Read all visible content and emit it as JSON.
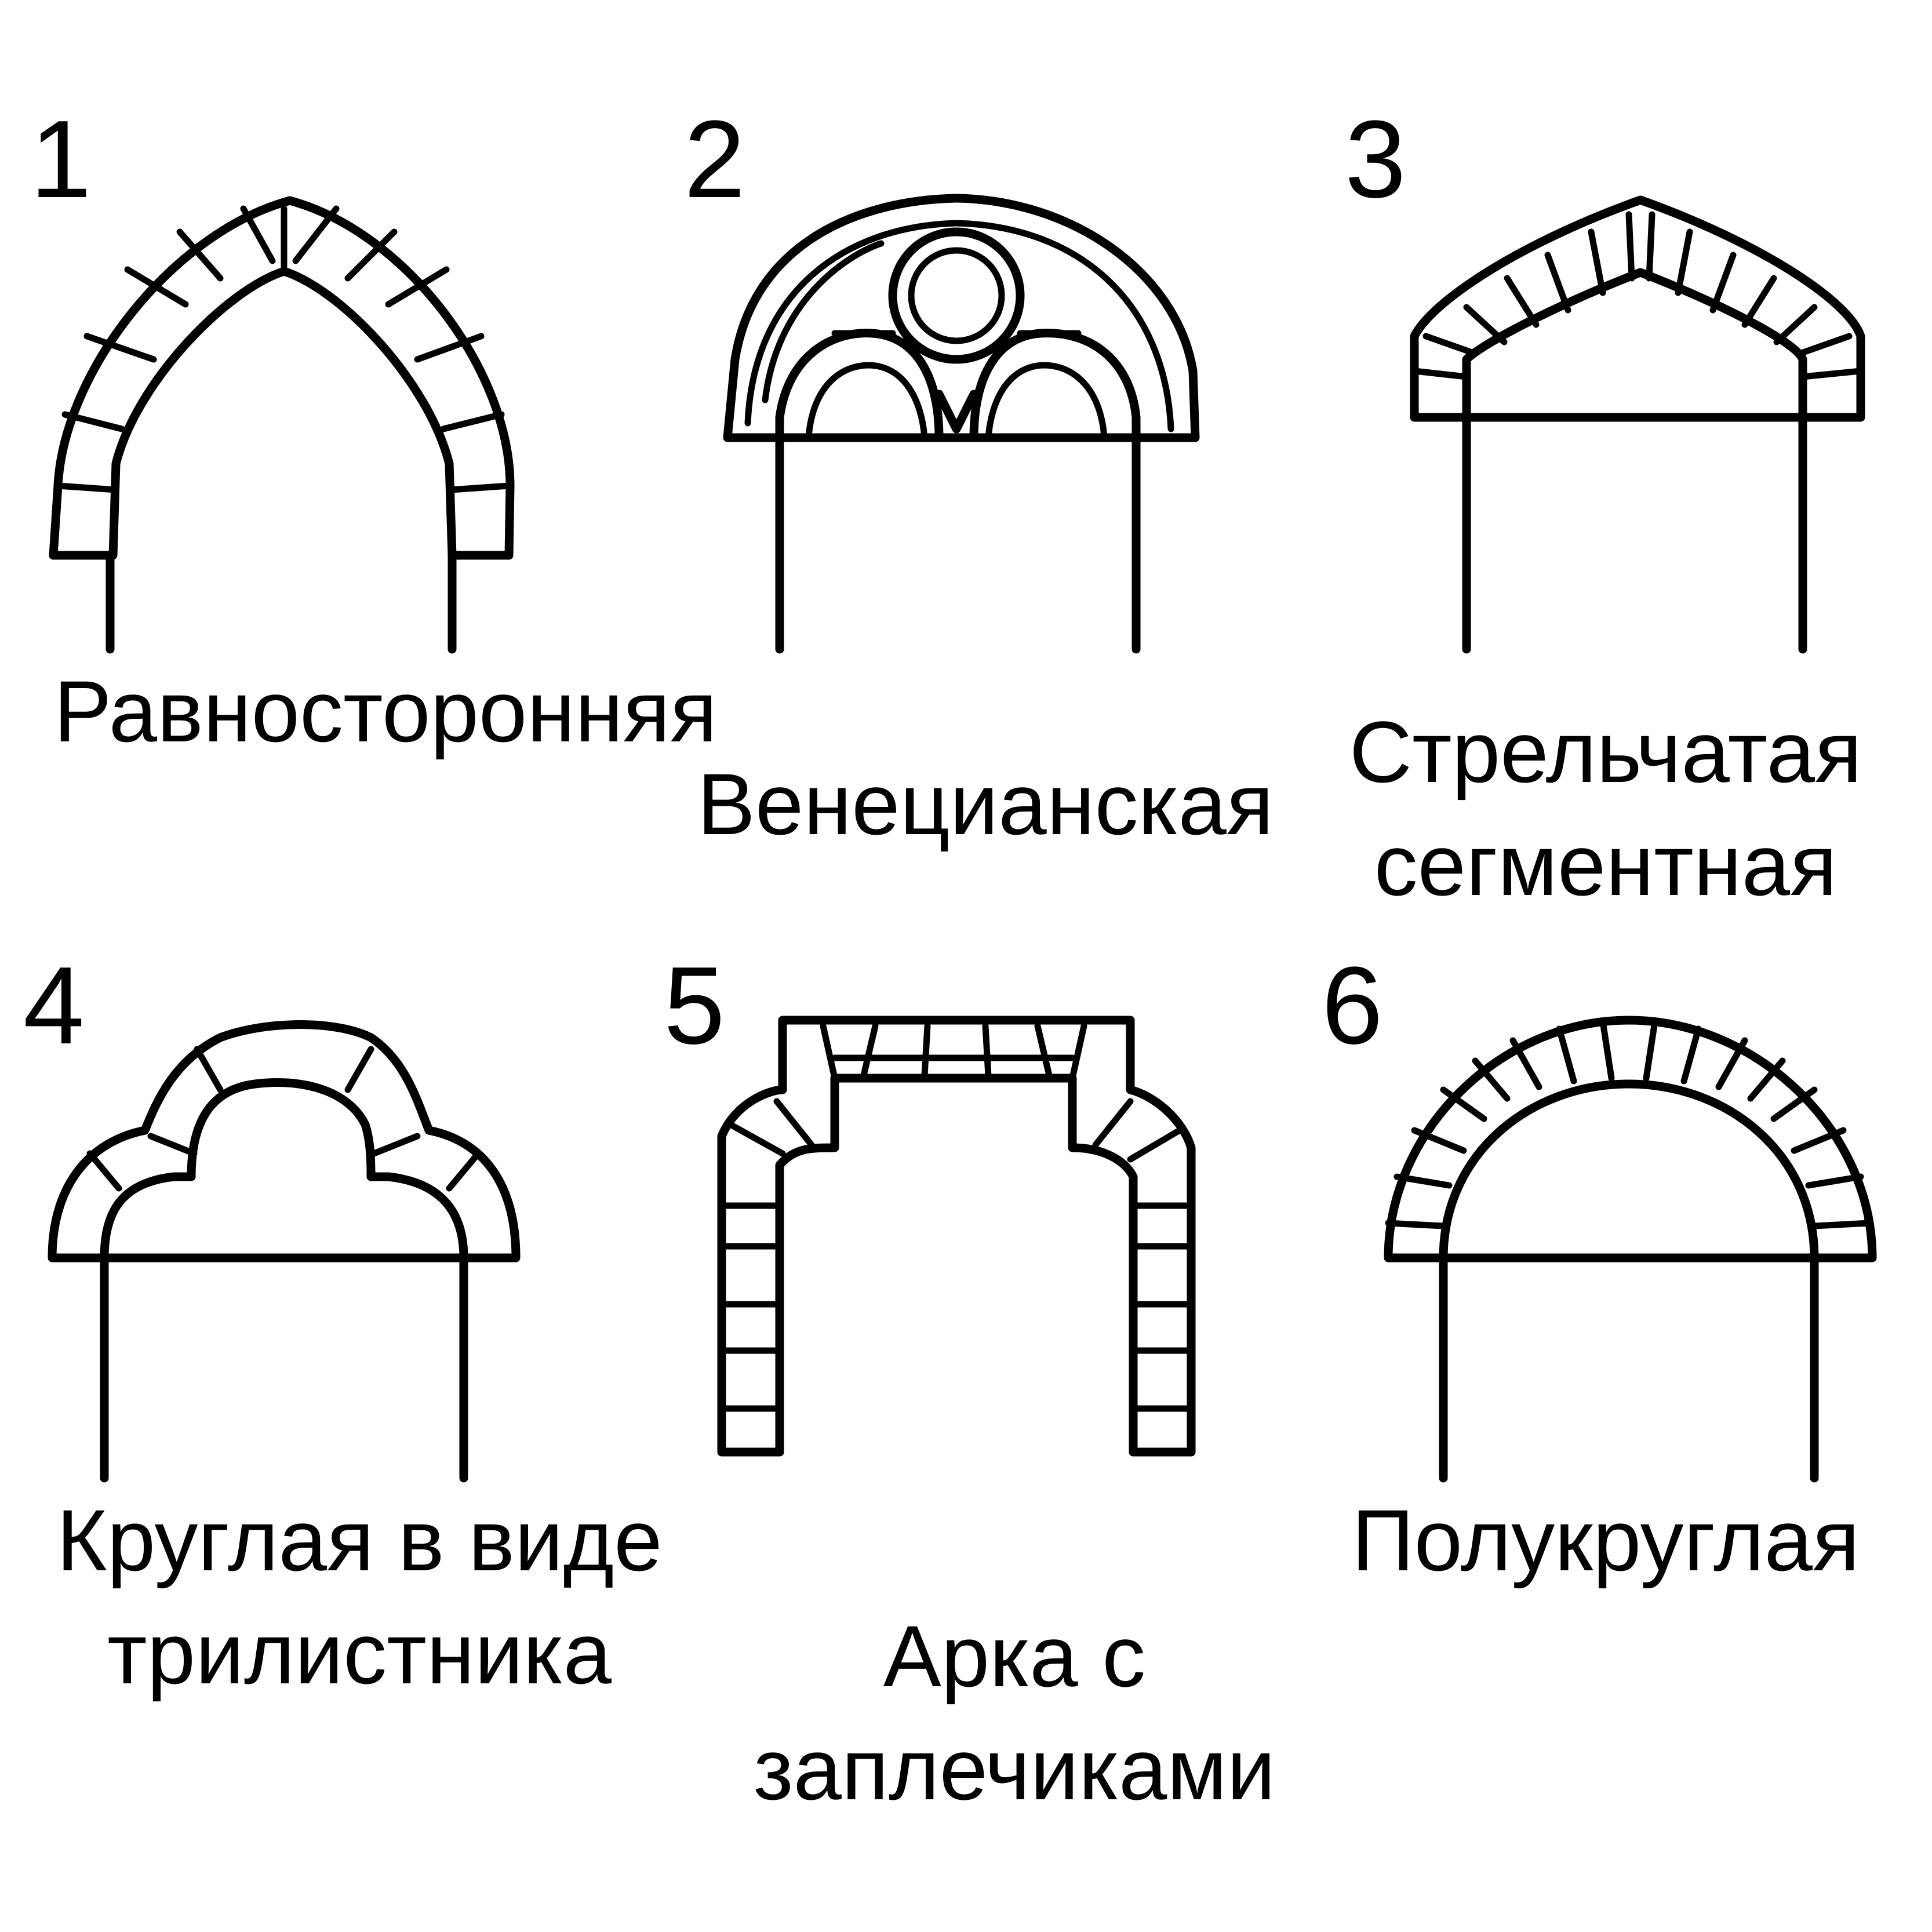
{
  "colors": {
    "ink": "#000000",
    "background": "#ffffff"
  },
  "arches": [
    {
      "number": "1",
      "caption_lines": [
        "Равносторонняя"
      ]
    },
    {
      "number": "2",
      "caption_lines": [
        "Венецианская"
      ]
    },
    {
      "number": "3",
      "caption_lines": [
        "Стрельчатая",
        "сегментная"
      ]
    },
    {
      "number": "4",
      "caption_lines": [
        "Круглая в виде",
        "трилистника"
      ]
    },
    {
      "number": "5",
      "caption_lines": [
        "Арка с",
        "заплечиками"
      ]
    },
    {
      "number": "6",
      "caption_lines": [
        "Полукруглая"
      ]
    }
  ]
}
